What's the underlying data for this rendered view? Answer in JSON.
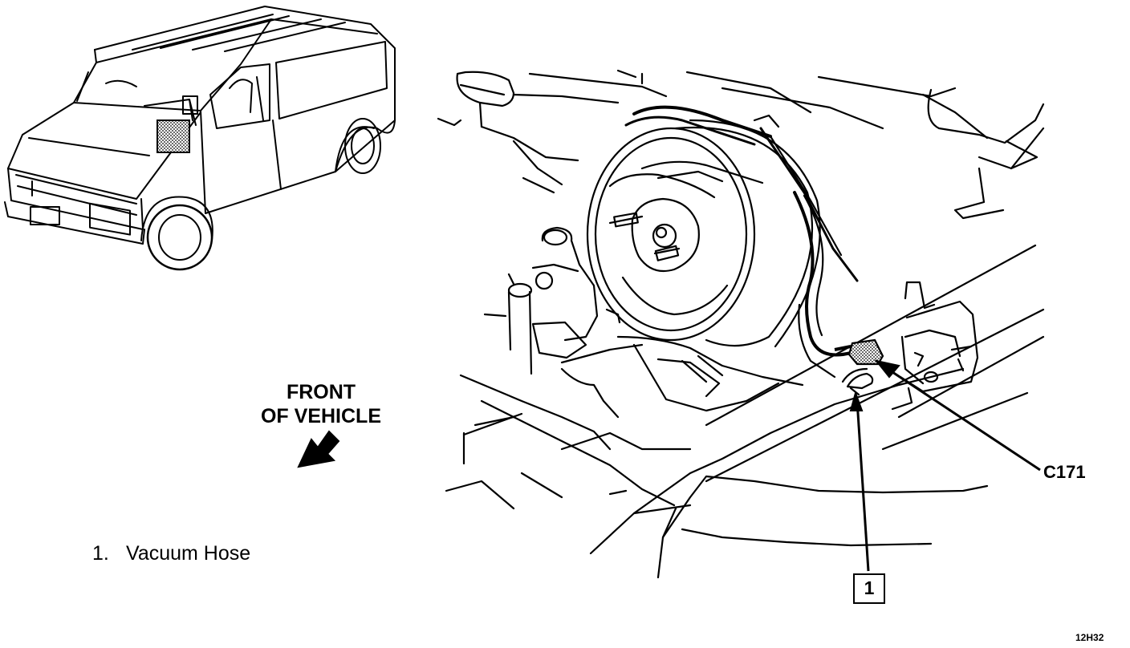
{
  "labels": {
    "front_of_vehicle_line1": "FRONT",
    "front_of_vehicle_line2": "OF VEHICLE",
    "connector": "C171",
    "callout_number": "1",
    "figure_ref": "12H32"
  },
  "legend": [
    {
      "number": "1.",
      "text": "Vacuum Hose"
    }
  ],
  "icons": [
    "front-direction-arrow-icon",
    "van-locator-icon"
  ],
  "colors": {
    "ink": "#000000",
    "paper": "#ffffff",
    "shade": "#bdbdbd"
  }
}
